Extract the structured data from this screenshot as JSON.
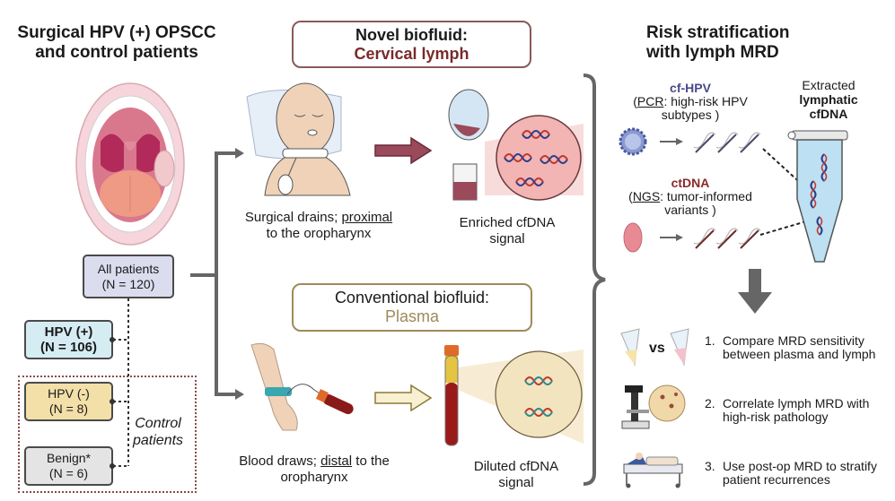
{
  "left": {
    "title_line1": "Surgical HPV (+) OPSCC",
    "title_line2": "and control patients",
    "all_patients": {
      "label": "All patients",
      "n": "(N = 120)",
      "color": "#dcdcef"
    },
    "hpv_pos": {
      "label": "HPV (+)",
      "n": "(N = 106)",
      "color": "#d6ecf3"
    },
    "hpv_neg": {
      "label": "HPV (-)",
      "n": "(N = 8)",
      "color": "#f3dfa8"
    },
    "benign": {
      "label": "Benign*",
      "n": "(N = 6)",
      "color": "#e4e4e4"
    },
    "control_line1": "Control",
    "control_line2": "patients"
  },
  "middle": {
    "novel": {
      "heading": "Novel biofluid:",
      "name": "Cervical lymph",
      "color": "#7a2a2a"
    },
    "conventional": {
      "heading": "Conventional biofluid:",
      "name": "Plasma",
      "color": "#a08a5a"
    },
    "drain_caption_a": "Surgical drains; ",
    "drain_caption_u": "proximal",
    "drain_caption_b": "to the oropharynx",
    "enriched_line1": "Enriched cfDNA",
    "enriched_line2": "signal",
    "blood_caption_a": "Blood draws; ",
    "blood_caption_u": "distal",
    "blood_caption_b": " to the",
    "blood_caption_c": "oropharynx",
    "diluted_line1": "Diluted cfDNA",
    "diluted_line2": "signal"
  },
  "right": {
    "title_line1": "Risk stratification",
    "title_line2": "with lymph MRD",
    "cfhpv": {
      "title": "cf-HPV",
      "method": "PCR",
      "desc_a": ": high-risk HPV",
      "desc_b": "subtypes )",
      "color": "#4a4a8a"
    },
    "ctdna": {
      "title": "ctDNA",
      "method": "NGS",
      "desc_a": ": tumor-informed",
      "desc_b": "variants )",
      "color": "#8a2a2a"
    },
    "extracted_line1": "Extracted",
    "extracted_line2": "lymphatic",
    "extracted_line3": "cfDNA",
    "vs_label": "vs",
    "steps": [
      {
        "num": "1.",
        "line1": "Compare MRD sensitivity",
        "line2": "between plasma and lymph"
      },
      {
        "num": "2.",
        "line1": "Correlate lymph MRD with",
        "line2": "high-risk pathology"
      },
      {
        "num": "3.",
        "line1": "Use post-op MRD to stratify",
        "line2": "patient recurrences"
      }
    ]
  }
}
